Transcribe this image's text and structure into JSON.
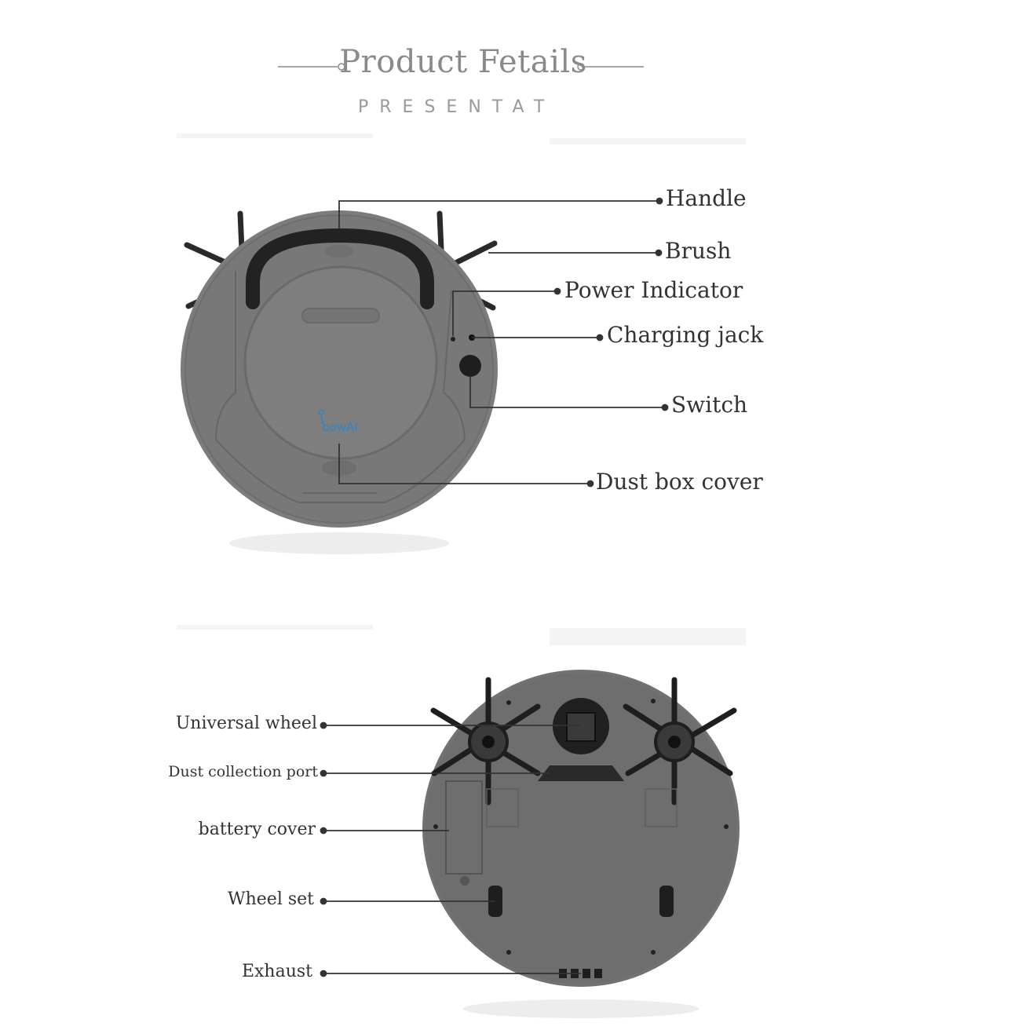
{
  "header": {
    "title": "Product Fetails",
    "subtitle": "PRESENTAT"
  },
  "top_labels": {
    "handle": "Handle",
    "brush": "Brush",
    "power_indicator": "Power Indicator",
    "charging_jack": "Charging jack",
    "switch": "Switch",
    "dust_box_cover": "Dust box cover"
  },
  "bottom_labels": {
    "universal_wheel": "Universal wheel",
    "dust_collection_port": "Dust collection port",
    "battery_cover": "battery cover",
    "wheel_set": "Wheel set",
    "exhaust": "Exhaust"
  },
  "logo": {
    "text": "bowAI"
  },
  "colors": {
    "body": "#7a7a7a",
    "body_dark": "#666666",
    "line": "#333333",
    "logo": "#2e86c8"
  }
}
